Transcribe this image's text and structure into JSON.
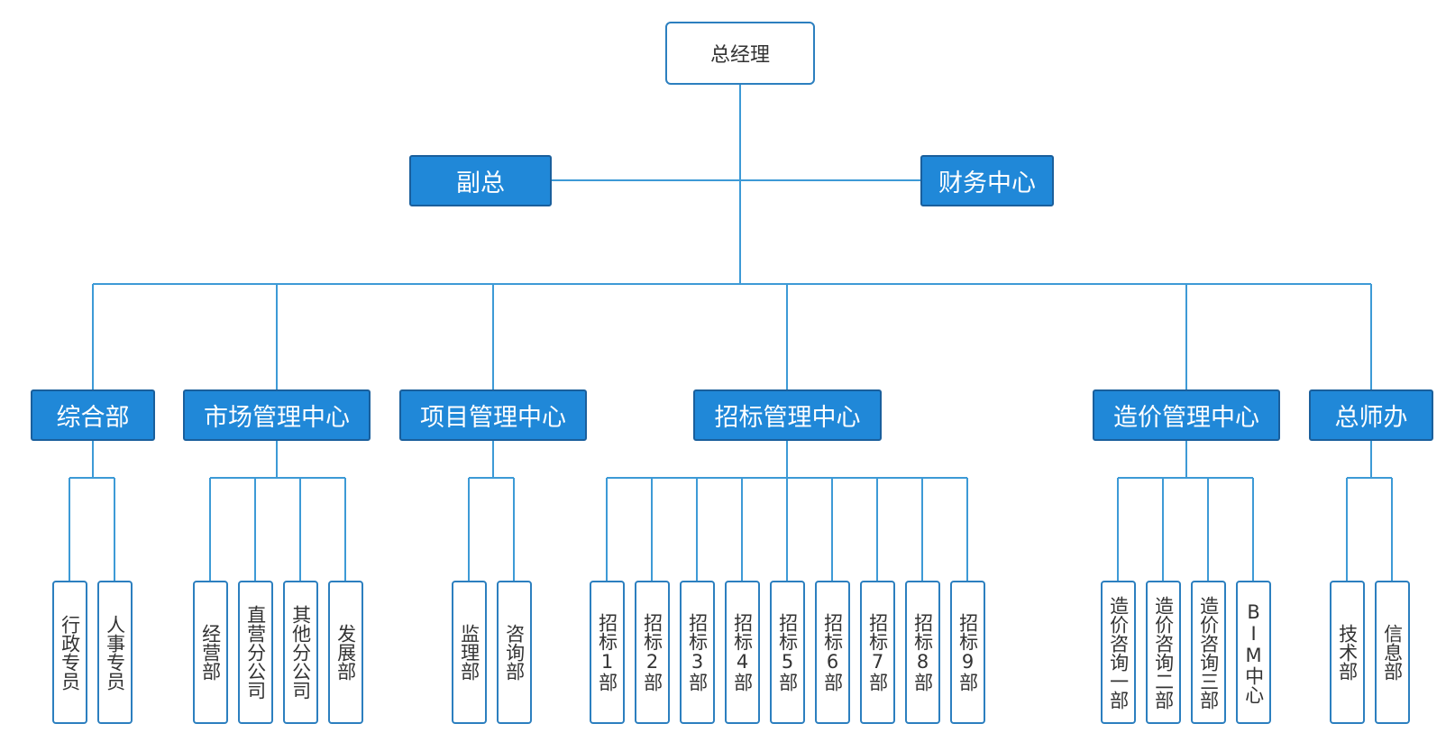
{
  "chart": {
    "root": "总经理",
    "deputy": "副总",
    "finance": "财务中心",
    "departments": [
      {
        "name": "综合部",
        "children": [
          "行政专员",
          "人事专员"
        ]
      },
      {
        "name": "市场管理中心",
        "children": [
          "经营部",
          "直营分公司",
          "其他分公司",
          "发展部"
        ]
      },
      {
        "name": "项目管理中心",
        "children": [
          "监理部",
          "咨询部"
        ]
      },
      {
        "name": "招标管理中心",
        "children": [
          "招标1部",
          "招标2部",
          "招标3部",
          "招标4部",
          "招标5部",
          "招标6部",
          "招标7部",
          "招标8部",
          "招标9部"
        ]
      },
      {
        "name": "造价管理中心",
        "children": [
          "造价咨询一部",
          "造价咨询二部",
          "造价咨询三部",
          "BIM中心"
        ]
      },
      {
        "name": "总师办",
        "children": [
          "技术部",
          "信息部"
        ]
      }
    ]
  },
  "colors": {
    "line": "#3d9ad6",
    "box_fill": "#2088d8",
    "box_border": "#1a5f9c",
    "outline": "#2c7fbf"
  }
}
